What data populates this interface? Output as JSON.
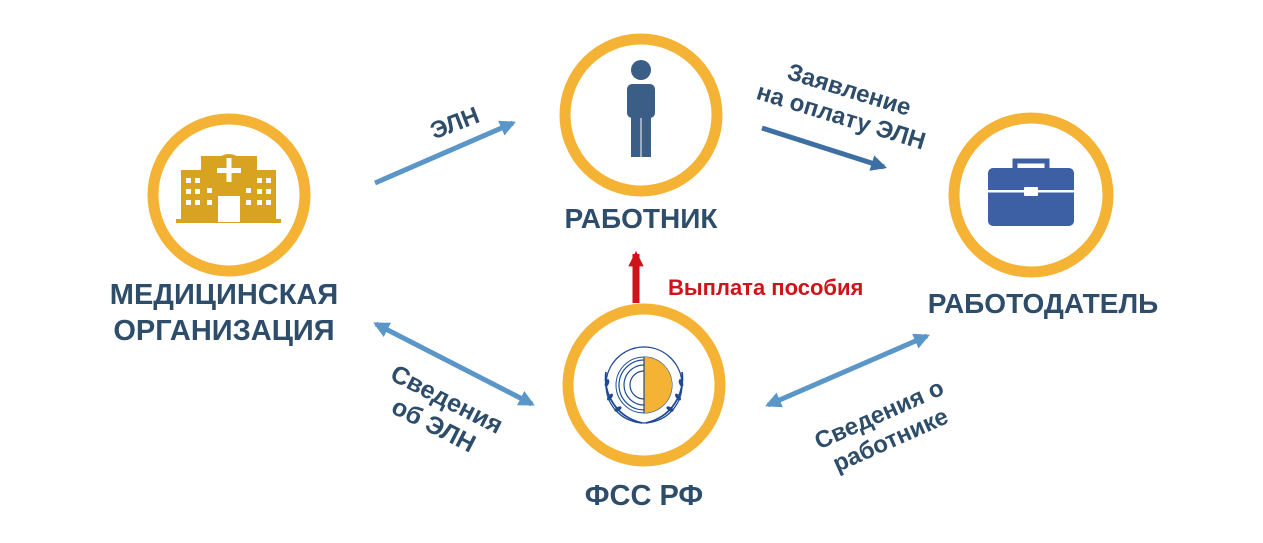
{
  "colors": {
    "ring": "#f5b335",
    "text": "#2e4d6b",
    "arrow_blue": "#5b96c8",
    "arrow_dark": "#3e6fa2",
    "arrow_red": "#d0121b",
    "hospital_gold": "#d9a322",
    "person_blue": "#3b5e86",
    "briefcase_blue": "#3d5fa3",
    "fss_blue": "#1e4a93"
  },
  "nodes": {
    "medical": {
      "label_line1": "МЕДИЦИНСКАЯ",
      "label_line2": "ОРГАНИЗАЦИЯ",
      "icon": "hospital-icon"
    },
    "worker": {
      "label": "РАБОТНИК",
      "icon": "person-icon"
    },
    "employer": {
      "label": "РАБОТОДАТЕЛЬ",
      "icon": "briefcase-icon"
    },
    "fss": {
      "label": "ФСС РФ",
      "icon": "fss-emblem-icon"
    }
  },
  "edges": {
    "eln": "ЭЛН",
    "application_line1": "Заявление",
    "application_line2": "на оплату ЭЛН",
    "payment": "Выплата пособия",
    "eln_info_line1": "Сведения",
    "eln_info_line2": "об ЭЛН",
    "worker_info_line1": "Сведения о",
    "worker_info_line2": "работнике"
  }
}
